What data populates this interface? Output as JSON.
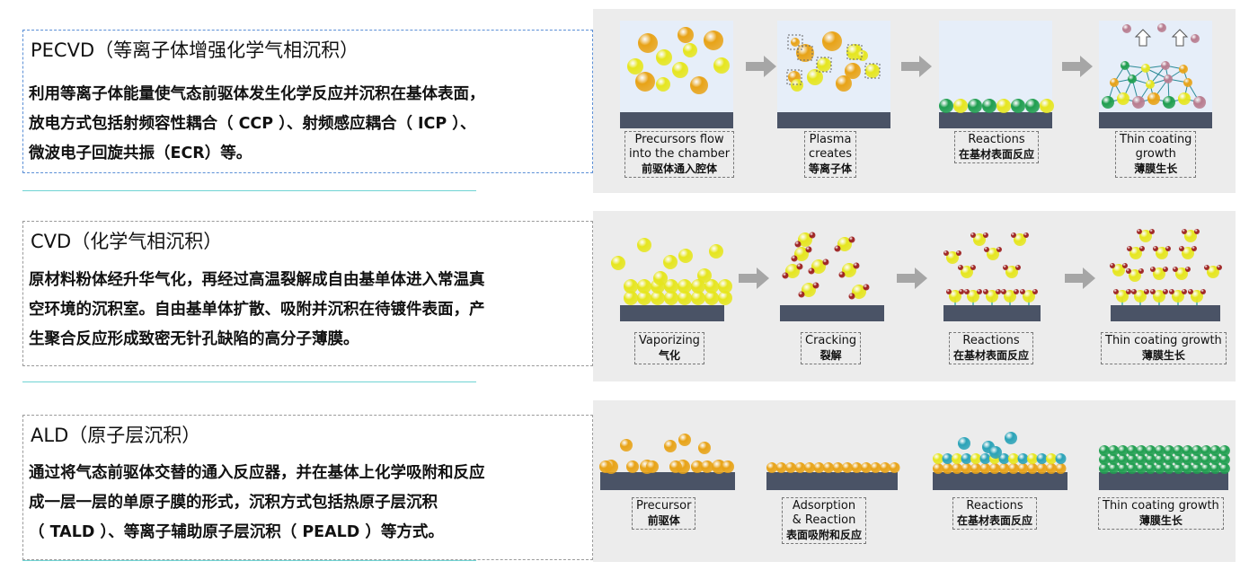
{
  "sections": [
    {
      "title": "PECVD（等离子体增强化学气相沉积）",
      "lines": [
        "利用等离子体能量使气态前驱体发生化学反应并沉积在基体表面，",
        "放电方式包括射频容性耦合（ CCP ）、射频感应耦合（ ICP ）、",
        "微波电子回旋共振（ECR）等。"
      ],
      "steps": [
        {
          "en": [
            "Precursors flow",
            "into the chamber"
          ],
          "zh": "前驱体通入腔体"
        },
        {
          "en": [
            "Plasma",
            "creates"
          ],
          "zh": "等离子体"
        },
        {
          "en": [
            "Reactions"
          ],
          "zh": "在基材表面反应"
        },
        {
          "en": [
            "Thin coating",
            "growth"
          ],
          "zh": "薄膜生长"
        }
      ]
    },
    {
      "title": "CVD（化学气相沉积）",
      "lines": [
        "原材料粉体经升华气化，再经过高温裂解成自由基单体进入常温真",
        "空环境的沉积室。自由基单体扩散、吸附并沉积在待镀件表面，产",
        "生聚合反应形成致密无针孔缺陷的高分子薄膜。"
      ],
      "steps": [
        {
          "en": [
            "Vaporizing"
          ],
          "zh": "气化"
        },
        {
          "en": [
            "Cracking"
          ],
          "zh": "裂解"
        },
        {
          "en": [
            "Reactions"
          ],
          "zh": "在基材表面反应"
        },
        {
          "en": [
            "Thin coating growth"
          ],
          "zh": "薄膜生长"
        }
      ]
    },
    {
      "title": "ALD（原子层沉积）",
      "lines": [
        "通过将气态前驱体交替的通入反应器，并在基体上化学吸附和反应",
        "成一层一层的单原子膜的形式，沉积方式包括热原子层沉积",
        "（ TALD ）、等离子辅助原子层沉积（ PEALD ）等方式。"
      ],
      "steps": [
        {
          "en": [
            "Precursor"
          ],
          "zh": "前驱体"
        },
        {
          "en": [
            "Adsorption",
            "& Reaction"
          ],
          "zh": "表面吸附和反应"
        },
        {
          "en": [
            "Reactions"
          ],
          "zh": "在基材表面反应"
        },
        {
          "en": [
            "Thin coating growth"
          ],
          "zh": "薄膜生长"
        }
      ]
    }
  ],
  "colors": {
    "substrate": "#4a5366",
    "orange_ball": "#e8a317",
    "yellow_ball": "#e6e61e",
    "green_ball": "#1f9e4f",
    "red_atom": "#9b1c1c",
    "teal_ball": "#2aa3b8",
    "arrow": "#a6a6a6",
    "text_box_border_1": "#5b8fd6",
    "underline": "#6fd3d3"
  }
}
